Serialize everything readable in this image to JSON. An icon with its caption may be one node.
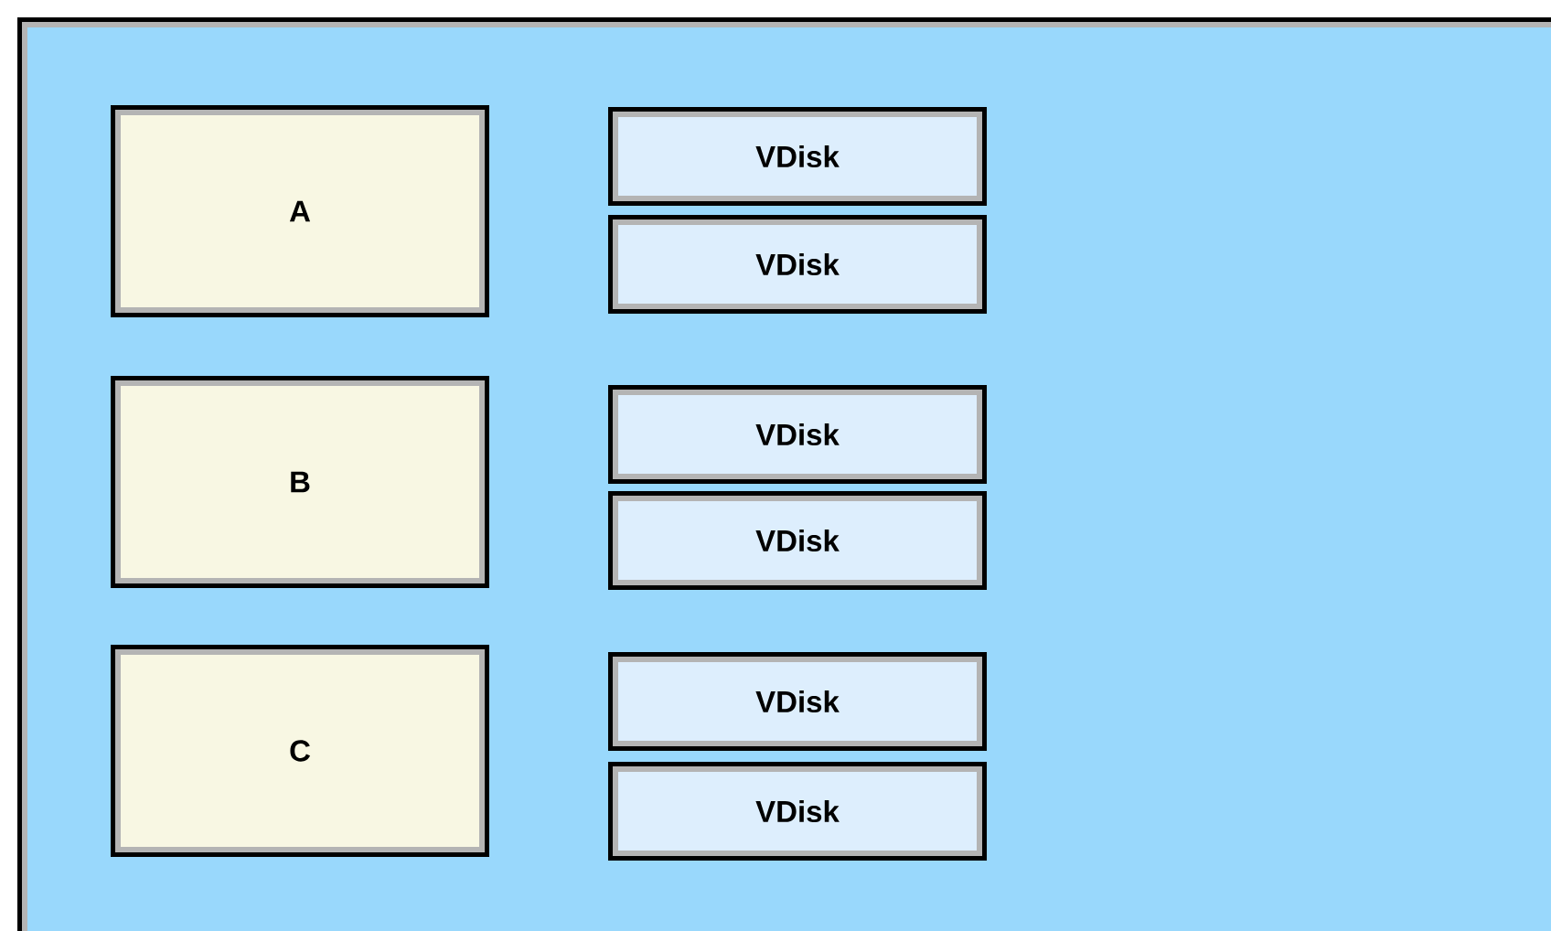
{
  "diagram": {
    "nodes": [
      {
        "text": [],
        "shape": "box"
      },
      {
        "text": [
          "A"
        ],
        "in": 0
      },
      {
        "text": [
          "VDisk"
        ],
        "in": 0
      },
      {
        "text": [
          "VDisk"
        ],
        "in": 0
      },
      {
        "text": [
          "B"
        ],
        "in": 0
      },
      {
        "text": [
          "VDisk"
        ],
        "in": 0
      },
      {
        "text": [
          "VDisk"
        ],
        "in": 0
      },
      {
        "text": [
          "C"
        ],
        "in": 0
      },
      {
        "text": [
          "VDisk"
        ],
        "in": 0
      },
      {
        "text": [
          "VDisk"
        ],
        "in": 0
      }
    ]
  }
}
